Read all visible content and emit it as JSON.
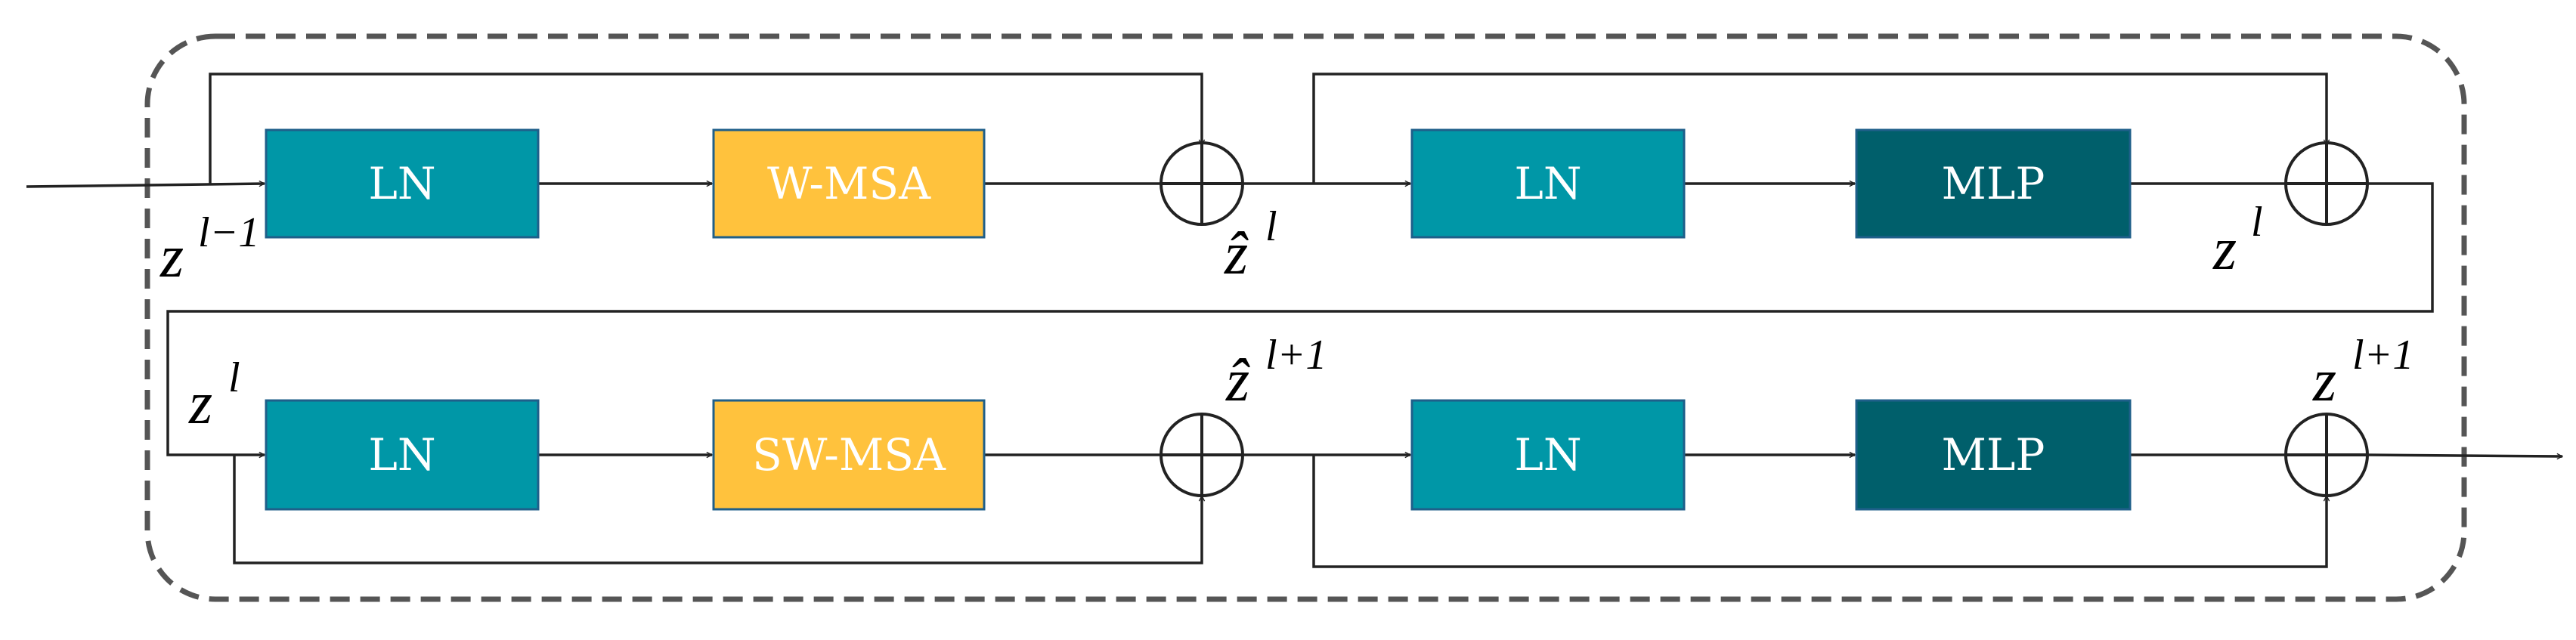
{
  "colors": {
    "ln": "#0097a7",
    "msa": "#ffc23d",
    "mlp": "#005f6b",
    "border": "#555555",
    "line": "#222222"
  },
  "blocks": {
    "row1_ln1": "LN",
    "row1_wmsa": "W-MSA",
    "row1_ln2": "LN",
    "row1_mlp": "MLP",
    "row2_ln1": "LN",
    "row2_swmsa": "SW-MSA",
    "row2_ln2": "LN",
    "row2_mlp": "MLP"
  },
  "labels": {
    "in_base": "z",
    "in_sup": "l−1",
    "zhat_l_base": "ẑ",
    "zhat_l_sup": "l",
    "z_l_base": "z",
    "z_l_sup": "l",
    "z_l2_base": "z",
    "z_l2_sup": "l",
    "zhat_l1_base": "ẑ",
    "zhat_l1_sup": "l+1",
    "z_l1_base": "z",
    "z_l1_sup": "l+1"
  }
}
